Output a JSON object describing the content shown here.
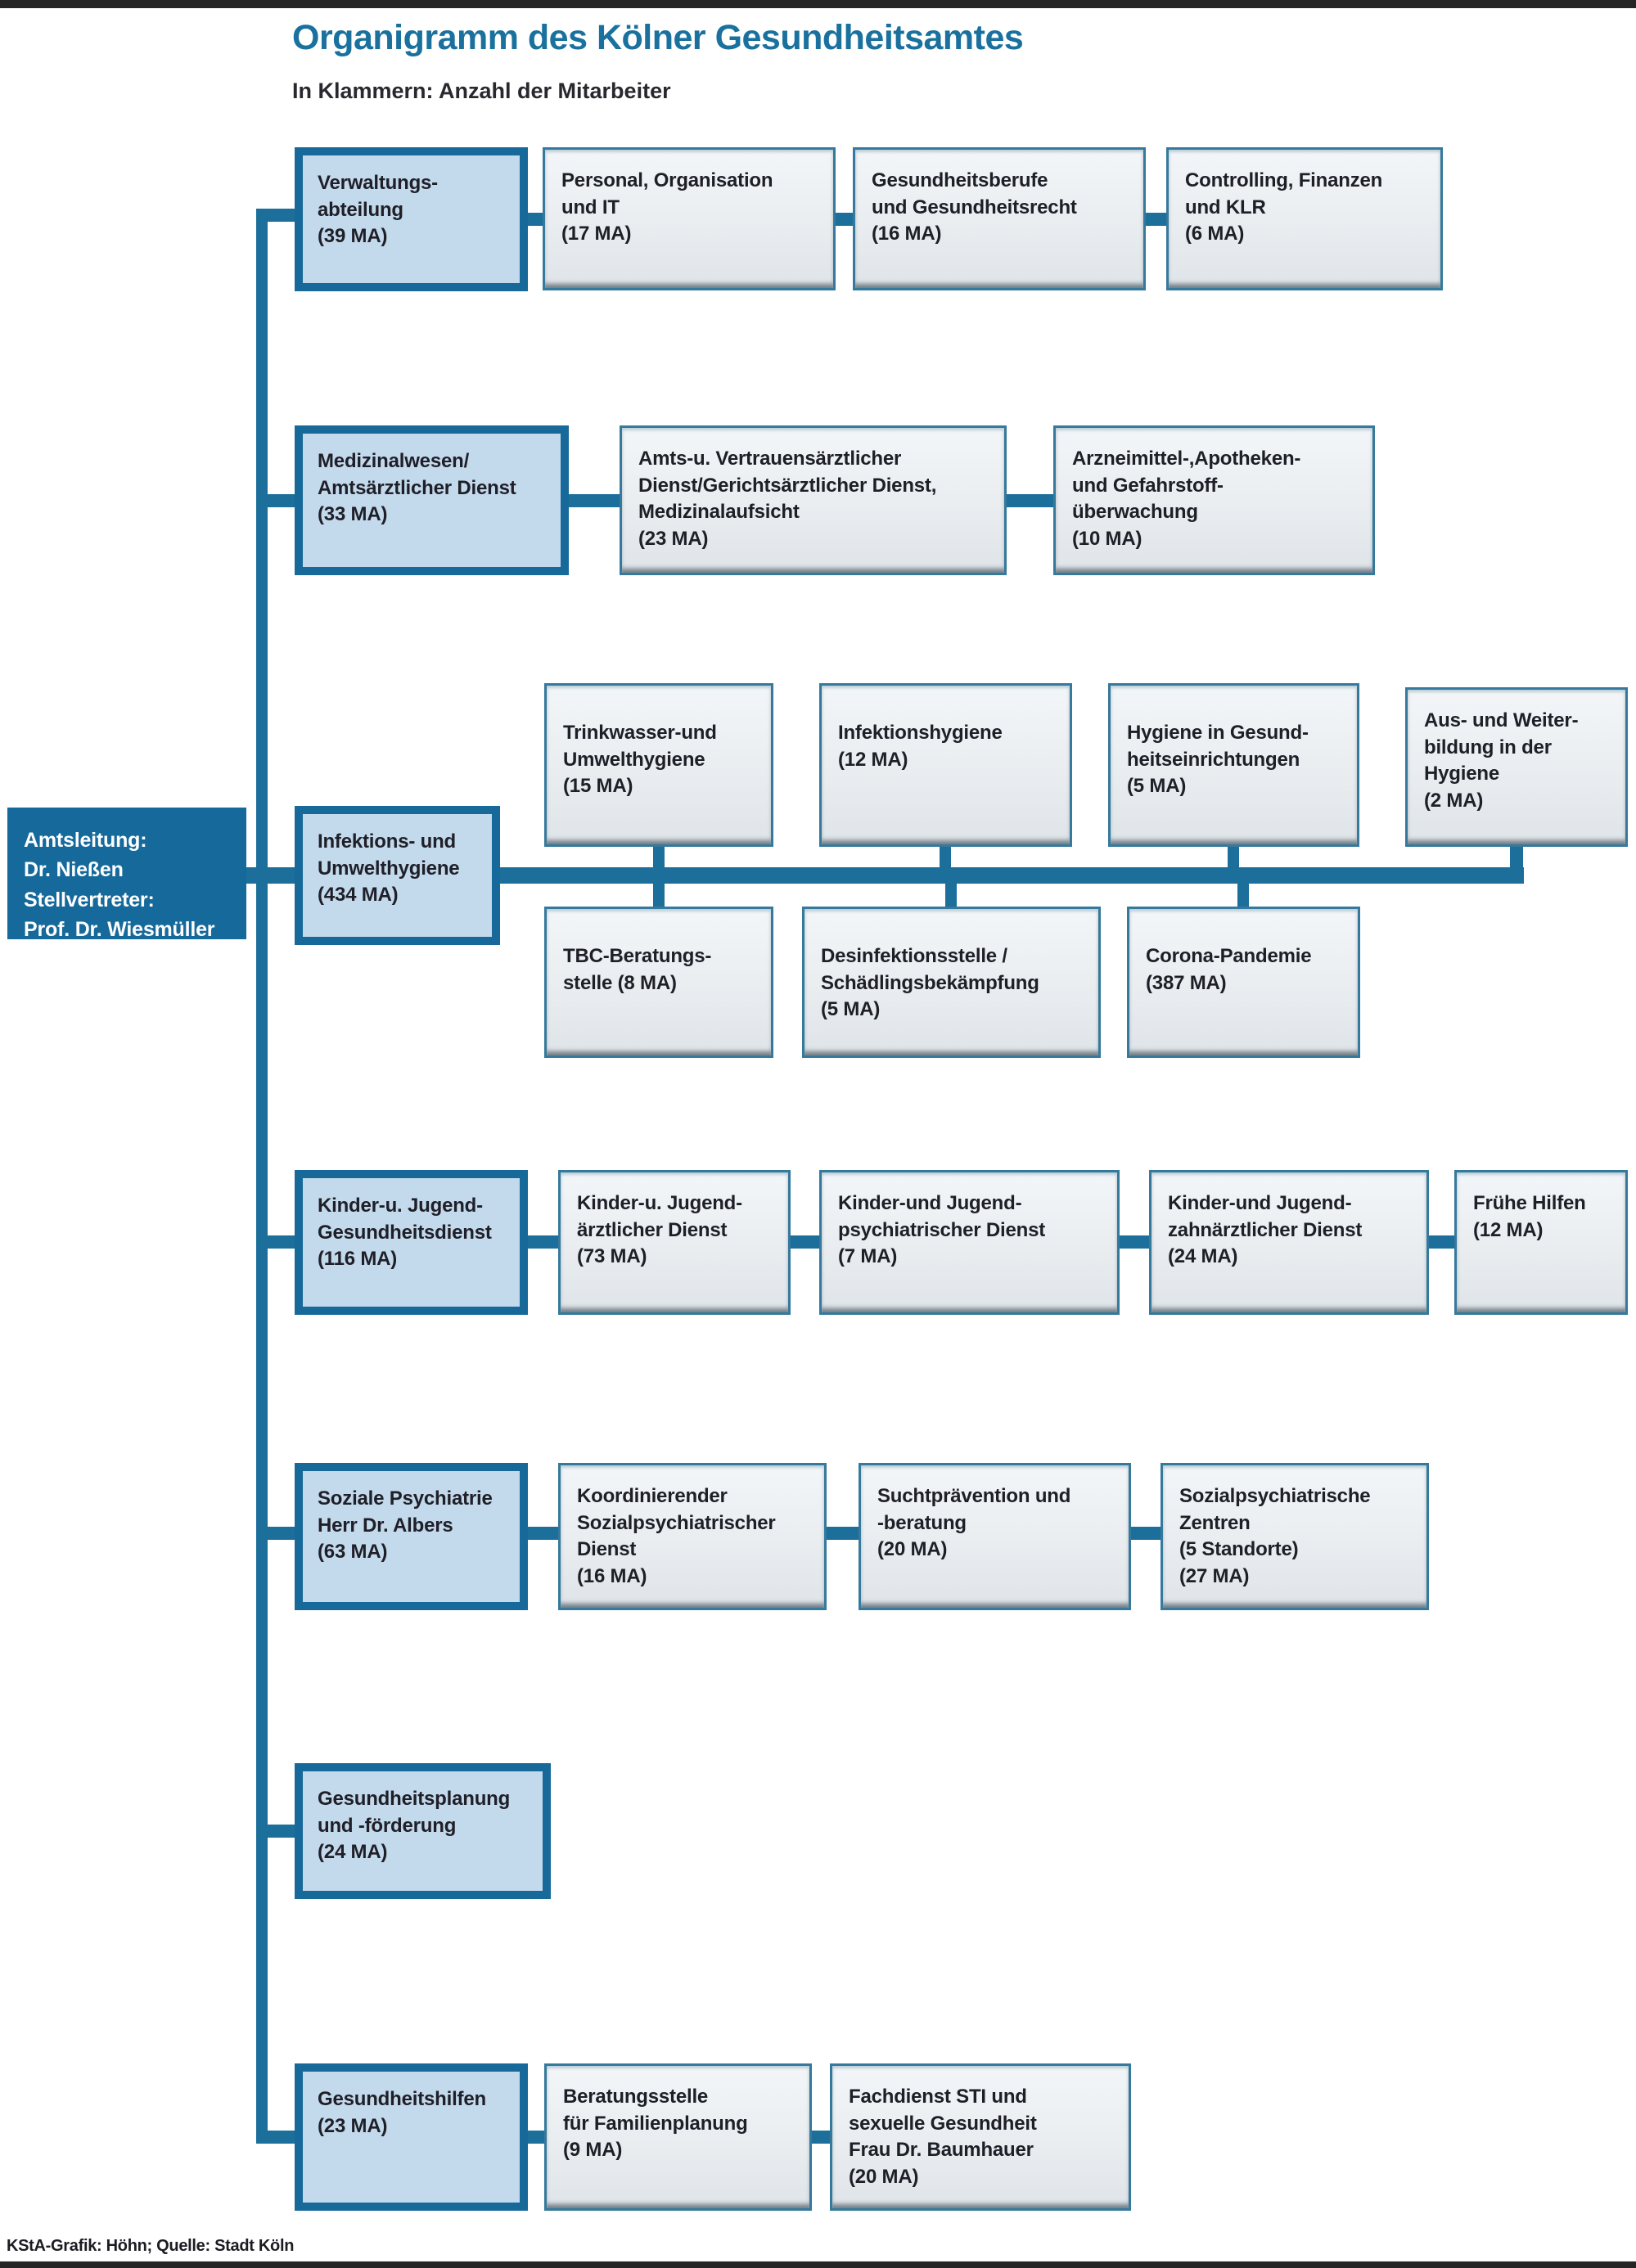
{
  "title": "Organigramm des Kölner Gesundheitsamtes",
  "subtitle": "In Klammern: Anzahl der Mitarbeiter",
  "credit": "KStA-Grafik: Höhn; Quelle: Stadt Köln",
  "colors": {
    "accent_dark_teal": "#16699B",
    "connector": "#1C6F9B",
    "head_box_fill": "#C3D9EC",
    "unit_box_fill": "#E9EDF0",
    "title_text": "#1A719E",
    "body_text": "#1F1F28"
  },
  "leadership": {
    "text": "Amtsleitung:\nDr. Nießen\nStellvertreter:\nProf. Dr. Wiesmüller"
  },
  "branches": [
    {
      "head": "Verwaltungs-\nabteilung\n(39 MA)",
      "units": [
        "Personal, Organisation\nund IT\n(17 MA)",
        "Gesundheitsberufe\nund Gesundheitsrecht\n(16 MA)",
        "Controlling, Finanzen\nund KLR\n(6 MA)"
      ]
    },
    {
      "head": "Medizinalwesen/\nAmtsärztlicher Dienst\n(33 MA)",
      "units": [
        "Amts-u. Vertrauensärztlicher\nDienst/Gerichtsärztlicher Dienst,\nMedizinalaufsicht\n(23 MA)",
        "Arzneimittel-,Apotheken-\nund Gefahrstoff-\nüberwachung\n(10 MA)"
      ]
    },
    {
      "head": "Infektions- und\nUmwelthygiene\n(434 MA)",
      "units_top": [
        "Trinkwasser-und\nUmwelthygiene\n(15 MA)",
        "Infektionshygiene\n(12 MA)",
        "Hygiene in Gesund-\nheitseinrichtungen\n(5 MA)",
        "Aus- und Weiter-\nbildung in der\nHygiene\n(2 MA)"
      ],
      "units_bottom": [
        "TBC-Beratungs-\nstelle (8 MA)",
        "Desinfektionsstelle /\nSchädlingsbekämpfung\n(5 MA)",
        "Corona-Pandemie\n(387 MA)"
      ]
    },
    {
      "head": "Kinder-u. Jugend-\nGesundheitsdienst\n(116 MA)",
      "units": [
        "Kinder-u. Jugend-\närztlicher Dienst\n(73 MA)",
        "Kinder-und Jugend-\npsychiatrischer Dienst\n(7 MA)",
        "Kinder-und Jugend-\nzahnärztlicher Dienst\n(24 MA)",
        "Frühe Hilfen\n(12 MA)"
      ]
    },
    {
      "head": "Soziale Psychiatrie\nHerr Dr. Albers\n(63 MA)",
      "units": [
        "Koordinierender\nSozialpsychiatrischer\nDienst\n(16 MA)",
        "Suchtprävention und\n-beratung\n(20 MA)",
        "Sozialpsychiatrische\nZentren\n(5 Standorte)\n(27 MA)"
      ]
    },
    {
      "head": "Gesundheitsplanung\nund -förderung\n(24 MA)",
      "units": []
    },
    {
      "head": "Gesundheitshilfen\n(23 MA)",
      "units": [
        "Beratungsstelle\nfür Familienplanung\n(9 MA)",
        "Fachdienst STI und\nsexuelle Gesundheit\nFrau Dr. Baumhauer\n(20 MA)"
      ]
    }
  ]
}
